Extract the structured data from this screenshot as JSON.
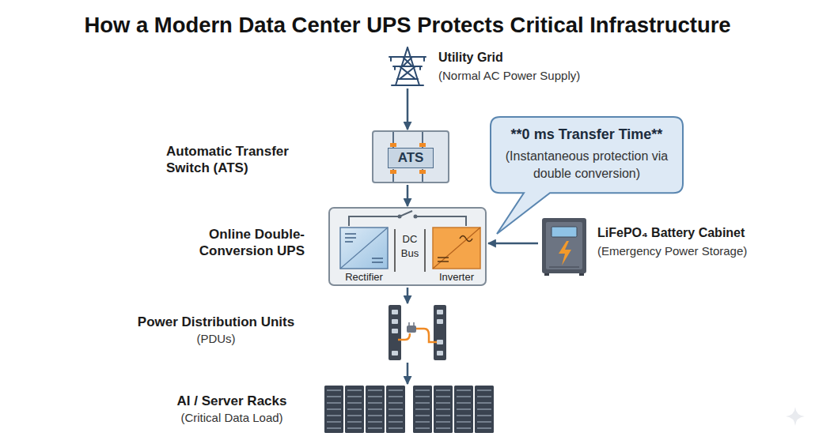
{
  "diagram": {
    "title": "How a Modern Data Center UPS Protects Critical Infrastructure",
    "nodes": [
      {
        "text": [
          "Utility Grid",
          "(Normal AC Power Supply)"
        ]
      },
      {
        "text": [
          "Automatic Transfer Switch (ATS)",
          "ATS"
        ]
      },
      {
        "text": [
          "**0 ms Transfer Time**",
          "(Instantaneous protection via double conversion)"
        ]
      },
      {
        "text": [
          "Online Double-Conversion UPS",
          "Rectifier",
          "DC Bus",
          "Inverter"
        ]
      },
      {
        "text": [
          "LiFePO₄ Battery Cabinet",
          "(Emergency Power Storage)"
        ]
      },
      {
        "text": [
          "Power Distribution Units",
          "(PDUs)"
        ]
      },
      {
        "text": [
          "AI / Server Racks",
          "(Critical Data Load)"
        ]
      }
    ],
    "edges": [
      {
        "from": 0,
        "to": 1,
        "arrow": "to"
      },
      {
        "from": 1,
        "to": 3,
        "arrow": "to"
      },
      {
        "from": 4,
        "to": 3,
        "arrow": "to"
      },
      {
        "from": 3,
        "to": 5,
        "arrow": "to"
      },
      {
        "from": 5,
        "to": 6,
        "arrow": "to"
      }
    ]
  }
}
